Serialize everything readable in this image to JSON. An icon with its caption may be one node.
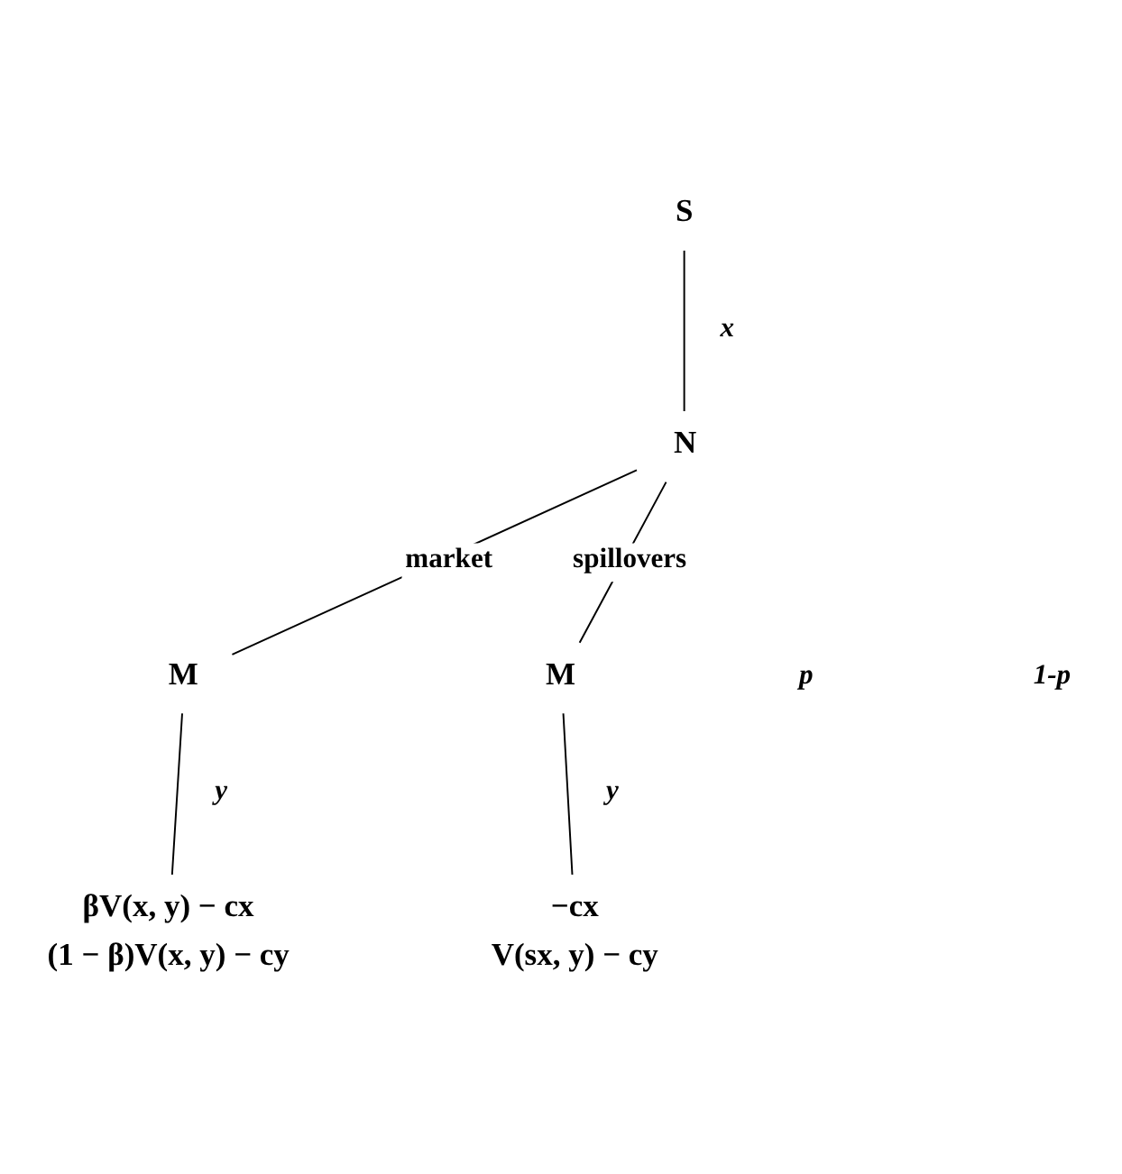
{
  "diagram": {
    "nodes": [
      {
        "text": [
          "S"
        ]
      },
      {
        "text": [
          "N"
        ]
      },
      {
        "text": [
          "M"
        ]
      },
      {
        "text": [
          "M"
        ]
      },
      {
        "text": [
          "βV(x, y) − cx",
          "(1 − β)V(x, y) − cy"
        ]
      },
      {
        "text": [
          "−cx",
          "V(sx, y) − cy"
        ]
      }
    ],
    "edges": [
      {
        "from": 0,
        "to": 1,
        "arrow": "none",
        "label": "x"
      },
      {
        "from": 1,
        "to": 2,
        "arrow": "none",
        "label": "market"
      },
      {
        "from": 1,
        "to": 3,
        "arrow": "none",
        "label": "spillovers"
      },
      {
        "from": 2,
        "to": 4,
        "arrow": "none",
        "label": "y"
      },
      {
        "from": 3,
        "to": 5,
        "arrow": "none",
        "label": "y"
      }
    ],
    "labels": [
      "p",
      "1-p"
    ]
  }
}
